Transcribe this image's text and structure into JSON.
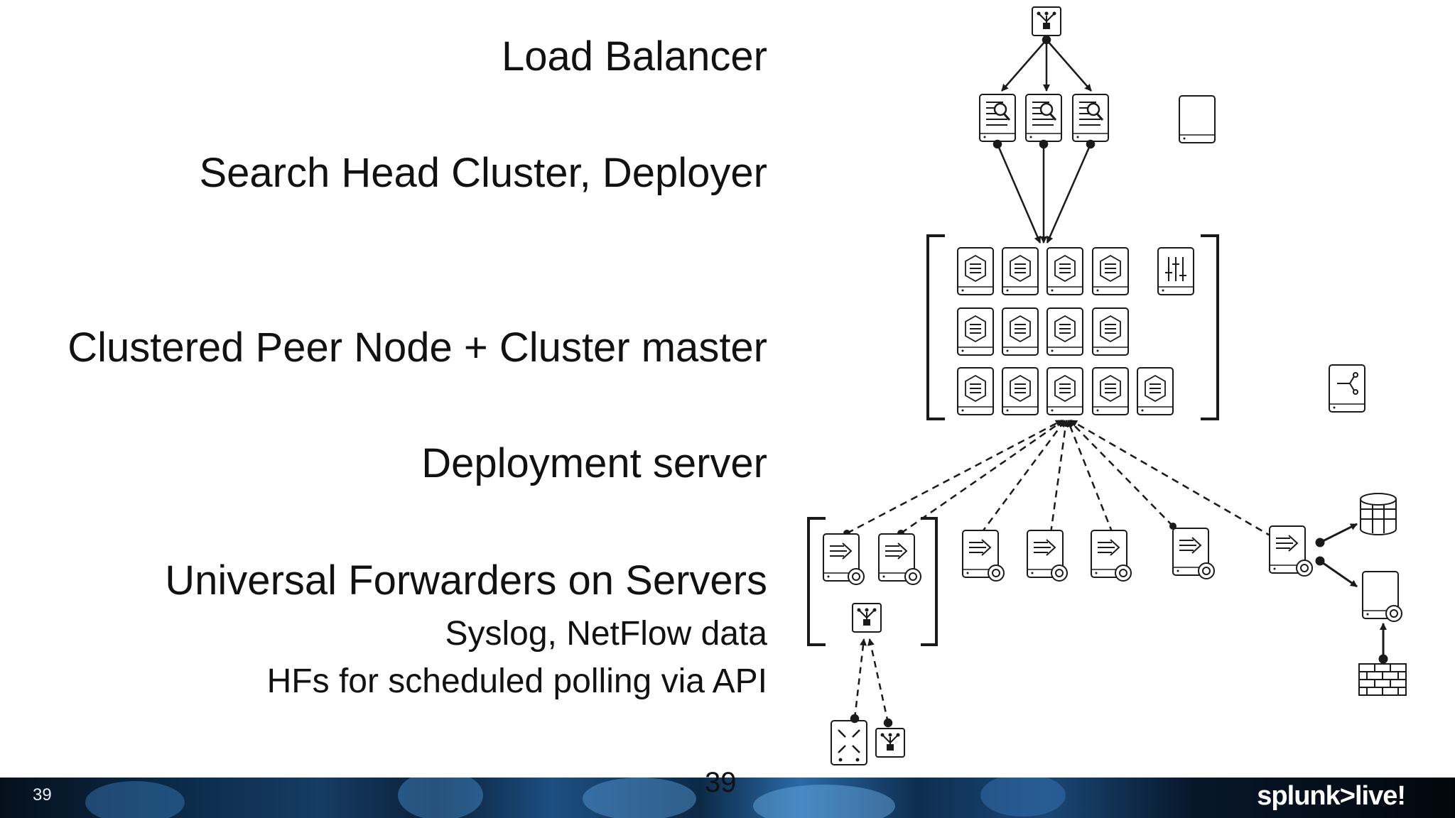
{
  "labels": {
    "load_balancer": "Load Balancer",
    "search_head": "Search Head Cluster, Deployer",
    "peer_nodes": "Clustered Peer Node +  Cluster master",
    "deployment": "Deployment server",
    "forwarders": "Universal Forwarders on Servers",
    "syslog": "Syslog, NetFlow data",
    "hf": "HFs for scheduled polling via API"
  },
  "footer": {
    "slide_number": "39",
    "page_number": "39",
    "brand": "splunk>live!"
  },
  "colors": {
    "text": "#111111",
    "diagram_stroke": "#1a1a1a",
    "footer_dark": "#0b2a48",
    "footer_accent": "#2a6aa8"
  }
}
